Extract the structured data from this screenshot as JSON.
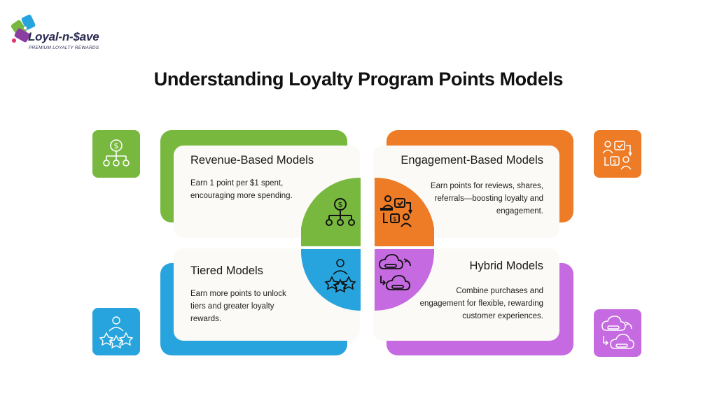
{
  "brand": {
    "name": "Loyal-n-$ave",
    "tagline": "PREMIUM LOYALTY REWARDS",
    "colors": {
      "navy": "#2b2b52",
      "green": "#78b83f",
      "blue": "#27a4dd",
      "purple": "#8a3fa0",
      "pink": "#e6306b"
    }
  },
  "title": "Understanding Loyalty Program Points Models",
  "colors": {
    "green": "#78b83f",
    "orange": "#ee7b26",
    "blue": "#27a4dd",
    "purple": "#c56ae0"
  },
  "models": [
    {
      "id": "revenue",
      "title": "Revenue-Based Models",
      "description": "Earn 1 point per $1 spent, encouraging more spending.",
      "icon": "money-hierarchy-icon"
    },
    {
      "id": "engagement",
      "title": "Engagement-Based Models",
      "description": "Earn points for reviews, shares, referrals—boosting loyalty and engagement.",
      "icon": "people-exchange-icon"
    },
    {
      "id": "tiered",
      "title": "Tiered Models",
      "description": "Earn more points to unlock tiers and greater loyalty rewards.",
      "icon": "person-stars-icon"
    },
    {
      "id": "hybrid",
      "title": "Hybrid Models",
      "description": "Combine purchases and engagement for flexible, rewarding customer experiences.",
      "icon": "cloud-sync-icon"
    }
  ]
}
